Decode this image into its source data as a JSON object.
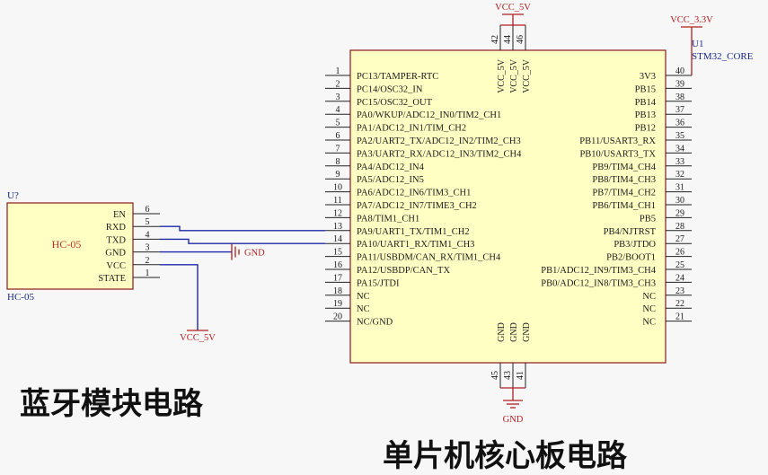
{
  "power": {
    "vcc_5v_top": "VCC_5V",
    "vcc_5v_bottom": "VCC_5V",
    "vcc_3v3": "VCC_3.3V",
    "gnd_bottom": "GND",
    "gnd_side": "GND"
  },
  "mcu": {
    "ref": "U1",
    "part": "STM32_CORE",
    "left_pins": [
      {
        "num": "1",
        "name": "PC13/TAMPER-RTC"
      },
      {
        "num": "2",
        "name": "PC14/OSC32_IN"
      },
      {
        "num": "3",
        "name": "PC15/OSC32_OUT"
      },
      {
        "num": "4",
        "name": "PA0/WKUP/ADC12_IN0/TIM2_CH1"
      },
      {
        "num": "5",
        "name": "PA1/ADC12_IN1/TIM_CH2"
      },
      {
        "num": "6",
        "name": "PA2/UART2_TX/ADC12_IN2/TIM2_CH3"
      },
      {
        "num": "7",
        "name": "PA3/UART2_RX/ADC12_IN3/TIM2_CH4"
      },
      {
        "num": "8",
        "name": "PA4/ADC12_IN4"
      },
      {
        "num": "9",
        "name": "PA5/ADC12_IN5"
      },
      {
        "num": "10",
        "name": "PA6/ADC12_IN6/TIM3_CH1"
      },
      {
        "num": "11",
        "name": "PA7/ADC12_IN7/TIME3_CH2"
      },
      {
        "num": "12",
        "name": "PA8/TIM1_CH1"
      },
      {
        "num": "13",
        "name": "PA9/UART1_TX/TIM1_CH2"
      },
      {
        "num": "14",
        "name": "PA10/UART1_RX/TIM1_CH3"
      },
      {
        "num": "15",
        "name": "PA11/USBDM/CAN_RX/TIM1_CH4"
      },
      {
        "num": "16",
        "name": "PA12/USBDP/CAN_TX"
      },
      {
        "num": "17",
        "name": "PA15/JTDI"
      },
      {
        "num": "18",
        "name": "NC"
      },
      {
        "num": "19",
        "name": "NC"
      },
      {
        "num": "20",
        "name": "NC/GND"
      }
    ],
    "right_pins": [
      {
        "num": "40",
        "name": "3V3"
      },
      {
        "num": "39",
        "name": "PB15"
      },
      {
        "num": "38",
        "name": "PB14"
      },
      {
        "num": "37",
        "name": "PB13"
      },
      {
        "num": "36",
        "name": "PB12"
      },
      {
        "num": "35",
        "name": "PB11/USART3_RX"
      },
      {
        "num": "34",
        "name": "PB10/USART3_TX"
      },
      {
        "num": "33",
        "name": "PB9/TIM4_CH4"
      },
      {
        "num": "32",
        "name": "PB8/TIM4_CH3"
      },
      {
        "num": "31",
        "name": "PB7/TIM4_CH2"
      },
      {
        "num": "30",
        "name": "PB6/TIM4_CH1"
      },
      {
        "num": "29",
        "name": "PB5"
      },
      {
        "num": "28",
        "name": "PB4/NJTRST"
      },
      {
        "num": "27",
        "name": "PB3/JTDO"
      },
      {
        "num": "26",
        "name": "PB2/BOOT1"
      },
      {
        "num": "25",
        "name": "PB1/ADC12_IN9/TIM3_CH4"
      },
      {
        "num": "24",
        "name": "PB0/ADC12_IN8/TIM3_CH3"
      },
      {
        "num": "23",
        "name": "NC"
      },
      {
        "num": "22",
        "name": "NC"
      },
      {
        "num": "21",
        "name": "NC"
      }
    ],
    "top_pins": [
      {
        "num": "42",
        "name": "VCC_5V"
      },
      {
        "num": "44",
        "name": "VCC_5V"
      },
      {
        "num": "46",
        "name": "VCC_5V"
      }
    ],
    "bottom_pins": [
      {
        "num": "45",
        "name": "GND"
      },
      {
        "num": "43",
        "name": "GND"
      },
      {
        "num": "41",
        "name": "GND"
      }
    ]
  },
  "bt": {
    "ref": "U?",
    "part": "HC-05",
    "footprint": "HC-05",
    "pins": [
      {
        "num": "6",
        "name": "EN"
      },
      {
        "num": "5",
        "name": "RXD"
      },
      {
        "num": "4",
        "name": "TXD"
      },
      {
        "num": "3",
        "name": "GND"
      },
      {
        "num": "2",
        "name": "VCC"
      },
      {
        "num": "1",
        "name": "STATE"
      }
    ]
  },
  "captions": {
    "bt_module": "蓝牙模块电路",
    "mcu_core": "单片机核心板电路"
  },
  "colors": {
    "body_fill": "#ffffc4",
    "outline": "#8b1a1a",
    "pin_text": "#1a1a1a",
    "wire": "#1c2aa8",
    "power": "#b02020"
  }
}
